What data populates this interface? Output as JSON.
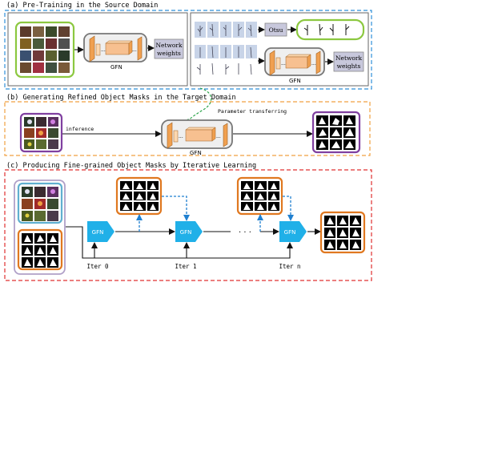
{
  "sections": {
    "a": {
      "title": "(a) Pre-Training in the Source Domain",
      "color": "#2f8fd8"
    },
    "b": {
      "title": "(b) Generating Refined Object Masks in the Target Domain",
      "color": "#f0a040"
    },
    "c": {
      "title": "(c) Producing Fine-grained Object Masks by Iterative Learning",
      "color": "#e03030"
    }
  },
  "labels": {
    "gfn": "GFN",
    "network_weights_line1": "Network",
    "network_weights_line2": "weights",
    "otsu": "Otsu",
    "inference": "inference",
    "param_transfer": "Parameter transferring",
    "iter0": "Iter 0",
    "iter1": "Iter 1",
    "itern": "Iter n",
    "ellipsis": "· · ·",
    "conv_dots": "..."
  },
  "colors": {
    "green": "#8cc840",
    "purple": "#8040a0",
    "orange": "#e07820",
    "lightblue": "#60b0d0",
    "lilac": "#b0a0c8",
    "gfn_arrow": "#20b0e8",
    "weights_fill": "#c8c8dc",
    "dash_blue": "#2080d0",
    "dash_green": "#20a040",
    "block_orange": "#f0a050",
    "block_light": "#fcd8b0"
  }
}
